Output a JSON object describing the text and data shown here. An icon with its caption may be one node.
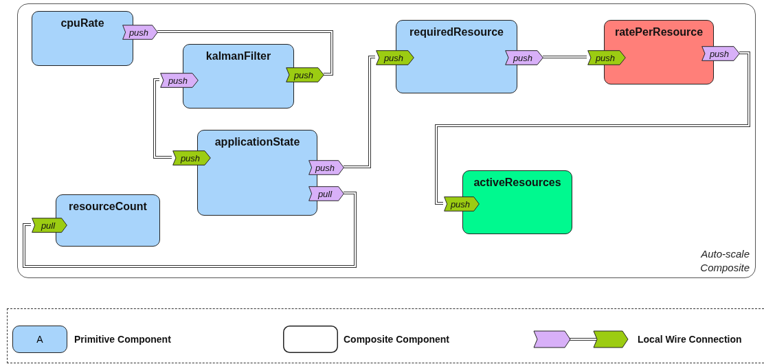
{
  "diagram": {
    "nodes": [
      {
        "text": [
          "Auto-scale Composite"
        ]
      },
      {
        "text": [
          "cpuRate"
        ],
        "in": 0
      },
      {
        "text": [
          "push"
        ],
        "in": 0
      },
      {
        "text": [
          "kalmanFilter"
        ],
        "in": 0
      },
      {
        "text": [
          "push"
        ],
        "in": 0
      },
      {
        "text": [
          "push"
        ],
        "in": 0
      },
      {
        "text": [
          "requiredResource"
        ],
        "in": 0
      },
      {
        "text": [
          "push"
        ],
        "in": 0
      },
      {
        "text": [
          "push"
        ],
        "in": 0
      },
      {
        "text": [
          "ratePerResource"
        ],
        "in": 0
      },
      {
        "text": [
          "push"
        ],
        "in": 0
      },
      {
        "text": [
          "push"
        ],
        "in": 0
      },
      {
        "text": [
          "applicationState"
        ],
        "in": 0
      },
      {
        "text": [
          "push"
        ],
        "in": 0
      },
      {
        "text": [
          "push"
        ],
        "in": 0
      },
      {
        "text": [
          "pull"
        ],
        "in": 0
      },
      {
        "text": [
          "resourceCount"
        ],
        "in": 0
      },
      {
        "text": [
          "pull"
        ],
        "in": 0
      },
      {
        "text": [
          "activeResources"
        ],
        "in": 0
      },
      {
        "text": [
          "push"
        ],
        "in": 0
      }
    ],
    "edges": [
      {
        "from": 2,
        "to": 5,
        "arrow": "none"
      },
      {
        "from": 4,
        "to": 13,
        "arrow": "none"
      },
      {
        "from": 14,
        "to": 7,
        "arrow": "none"
      },
      {
        "from": 8,
        "to": 10,
        "arrow": "none"
      },
      {
        "from": 11,
        "to": 19,
        "arrow": "none"
      },
      {
        "from": 15,
        "to": 17,
        "arrow": "none"
      }
    ],
    "labels": [
      "A"
    ],
    "legend": [
      {
        "text": "Primitive Component"
      },
      {
        "text": "Composite Component"
      },
      {
        "text": "Local Wire Connection"
      }
    ]
  }
}
